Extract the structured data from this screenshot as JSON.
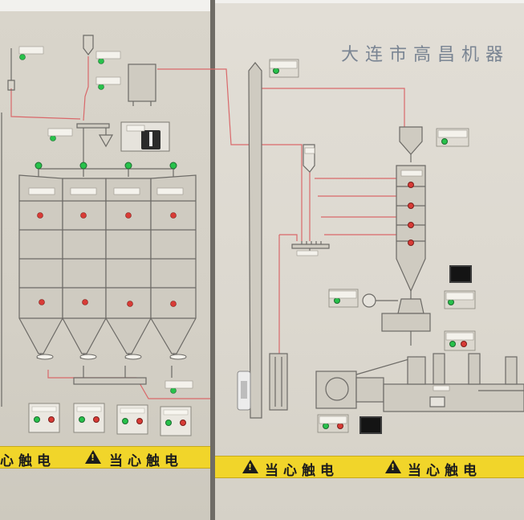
{
  "panel": {
    "manufacturer_text": "大连市高昌机器",
    "warning_text": "当心触电",
    "warning_left_fragment": "心触电"
  },
  "indicators": {
    "green": "#27c14a",
    "red": "#d83b36",
    "lamp_off": "#3f4a45"
  },
  "colors": {
    "panel_left": "#d6d2c8",
    "panel_right": "#dfdbd2",
    "mimic_line": "#d9686a",
    "mimic_outline": "#6c6a66",
    "warning_yellow": "#f1d52a"
  },
  "icons": {
    "warning": "warning-triangle-icon",
    "selector": "rotary-selector-switch",
    "fan": "blower-fan-icon"
  }
}
